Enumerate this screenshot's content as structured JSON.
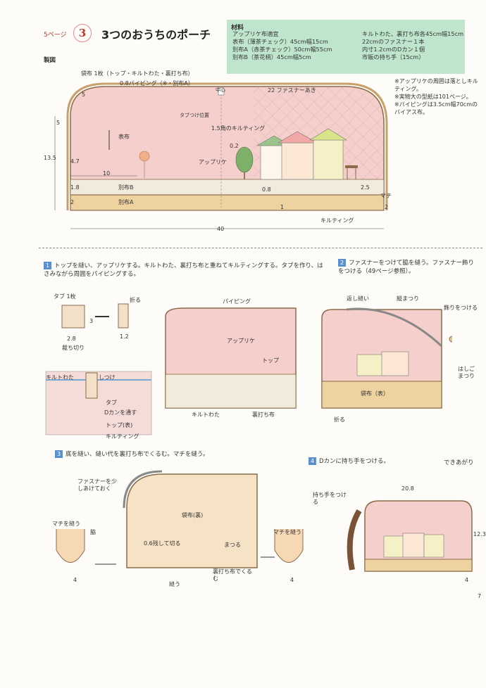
{
  "header": {
    "page_ref": "5ページ",
    "project_number": "3",
    "title": "3つのおうちのポーチ"
  },
  "materials": {
    "heading": "材料",
    "left_items": [
      "アップリケ布適宜",
      "表布（薄茶チェック）45cm幅15cm",
      "別布A（赤茶チェック）50cm幅55cm",
      "別布B（茶花柄）45cm幅5cm"
    ],
    "right_items": [
      "キルトわた、裏打ち布各45cm幅15cm",
      "22cmのファスナー１本",
      "内寸1.2cmのDカン１個",
      "市販の持ち手（15cm）"
    ]
  },
  "notes": [
    "※アップリケの周囲は落としキルティング。",
    "※実物大の型紙は101ページ。",
    "※パイピングは3.5cm幅70cmのバイアス布。"
  ],
  "diagram": {
    "label": "製図",
    "caption": "袋布 1枚（トップ・キルトわた・裏打ち布）",
    "piping": "0.8パイピング（※・別布A）",
    "center": "中心",
    "zipper_opening": "22 ファスナーあき",
    "tab_position": "タブつけ位置",
    "quilting": "1.5角のキルティング",
    "outer_fabric": "表布",
    "applique": "アップリケ",
    "fabric_b": "別布B",
    "fabric_a": "別布A",
    "gusset": "マチ",
    "quilting2": "キルティング",
    "dims": {
      "top": "5",
      "side": "5",
      "height": "13.5",
      "inner_h": "4.7",
      "w10": "10",
      "b1": "1.8",
      "a1": "2",
      "p08": "0.8",
      "p02": "0.2",
      "r25": "2.5",
      "gusset_w": "2",
      "one": "1",
      "width": "40"
    }
  },
  "steps": [
    {
      "num": "1",
      "text": "トップを縫い、アップリケする。キルトわた、裏打ち布と重ねてキルティングする。タブを作り、はさみながら周囲をパイピングする。"
    },
    {
      "num": "2",
      "text": "ファスナーをつけて脇を縫う。ファスナー飾りをつける（49ページ参照）。"
    },
    {
      "num": "3",
      "text": "底を縫い、縫い代を裏打ち布でくるむ。マチを縫う。"
    },
    {
      "num": "4",
      "text": "Dカンに持ち手をつける。"
    }
  ],
  "step1": {
    "tab_label": "タブ 1枚",
    "fold": "折る",
    "d3": "3",
    "d28": "2.8",
    "cut": "裁ち切り",
    "d12": "1.2",
    "quilt_batting": "キルトわた",
    "tack": "しつけ",
    "tab": "タブ",
    "d_ring": "Dカンを通す",
    "top_front": "トップ(表)",
    "quilting": "キルティング",
    "piping": "パイピング",
    "applique": "アップリケ",
    "top": "トップ",
    "backing": "裏打ち布"
  },
  "step2": {
    "backstitch": "返し縫い",
    "vertical": "縦まつり",
    "ornament": "飾りをつける",
    "blind": "はしごまつり",
    "bag_front": "袋布（表）",
    "fold": "折る"
  },
  "step3": {
    "leave_open": "ファスナーを少しあけておく",
    "bag_back": "袋布(裏)",
    "gusset_sew": "マチを縫う",
    "side": "脇",
    "cut_leave": "0.6残して切る",
    "whip": "まつる",
    "wrap": "裏打ち布でくるむ",
    "sew": "縫う",
    "d4": "4"
  },
  "step4": {
    "finished": "できあがり",
    "width": "20.8",
    "height": "12.3",
    "depth": "4",
    "handle": "持ち手をつける"
  },
  "page_number": "7",
  "colors": {
    "pink": "#f3c6c3",
    "beige": "#ecd9b8",
    "tan": "#e8c78f",
    "green": "#bfe6cd",
    "badge": "#5b8fd0"
  }
}
